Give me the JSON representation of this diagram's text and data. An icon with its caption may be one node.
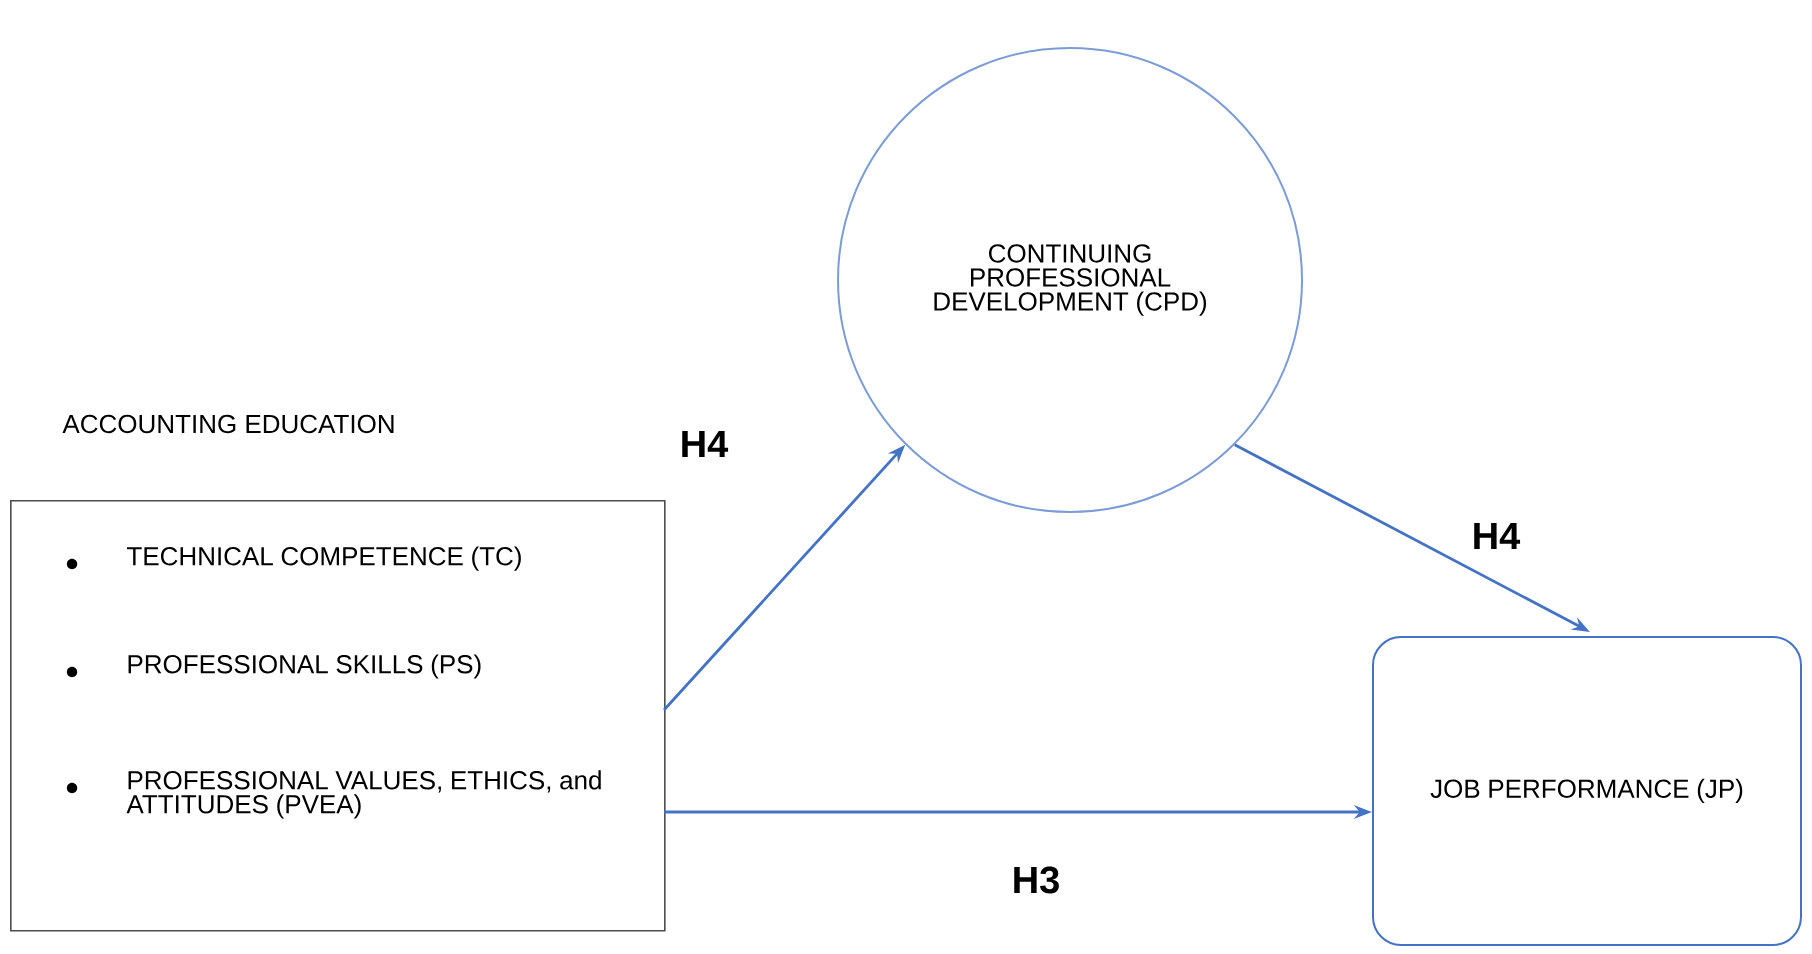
{
  "diagram": {
    "nodes": [
      {
        "text": [
          "ACCOUNTING EDUCATION",
          "TECHNICAL COMPETENCE (TC)",
          "PROFESSIONAL SKILLS (PS)",
          "PROFESSIONAL VALUES, ETHICS, and ATTITUDES (PVEA)"
        ]
      },
      {
        "text": [
          "CONTINUING PROFESSIONAL DEVELOPMENT (CPD)"
        ]
      },
      {
        "text": [
          "JOB PERFORMANCE (JP)"
        ]
      }
    ],
    "edges": [
      {
        "from": 0,
        "to": 1,
        "arrow": "to",
        "label": "H4"
      },
      {
        "from": 1,
        "to": 2,
        "arrow": "to",
        "label": "H4"
      },
      {
        "from": 0,
        "to": 2,
        "arrow": "to",
        "label": "H3"
      }
    ]
  }
}
